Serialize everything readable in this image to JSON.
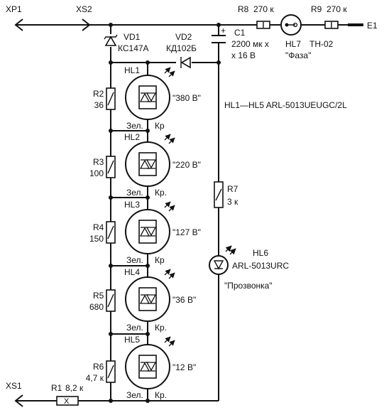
{
  "connectors": {
    "xp1": "XP1",
    "xs2": "XS2",
    "xs1": "XS1",
    "e1": "E1"
  },
  "vd1": {
    "ref": "VD1",
    "part": "КС147А"
  },
  "vd2": {
    "ref": "VD2",
    "part": "КД102Б"
  },
  "c1": {
    "ref": "C1",
    "polarity": "+",
    "value_line1": "2200 мк х",
    "value_line2": "х 16 В"
  },
  "r8": {
    "ref": "R8",
    "value": "270 к"
  },
  "r9": {
    "ref": "R9",
    "value": "270 к"
  },
  "hl7": {
    "ref": "HL7",
    "part": "ТН-02",
    "caption": "\"Фаза\""
  },
  "r7": {
    "ref": "R7",
    "value": "3 к"
  },
  "hl6": {
    "ref": "HL6",
    "part": "ARL-5013URC",
    "caption": "\"Прозвонка\""
  },
  "r1": {
    "ref": "R1",
    "value": "8,2 к"
  },
  "note": "HL1—HL5 ARL-5013UEUGC/2L",
  "ladder": [
    {
      "res_ref": "R2",
      "res_val": "36",
      "led_ref": "HL1",
      "voltage": "\"380 В\"",
      "green": "Зел.",
      "red": "Кр"
    },
    {
      "res_ref": "R3",
      "res_val": "100",
      "led_ref": "HL2",
      "voltage": "\"220 В\"",
      "green": "Зел.",
      "red": "Кр."
    },
    {
      "res_ref": "R4",
      "res_val": "150",
      "led_ref": "HL3",
      "voltage": "\"127 В\"",
      "green": "Зел.",
      "red": "Кр"
    },
    {
      "res_ref": "R5",
      "res_val": "680",
      "led_ref": "HL4",
      "voltage": "\"36 В\"",
      "green": "Зел.",
      "red": "Кр."
    },
    {
      "res_ref": "R6",
      "res_val": "4,7 к",
      "led_ref": "HL5",
      "voltage": "\"12 В\"",
      "green": "Зел.",
      "red": "Кр."
    }
  ]
}
